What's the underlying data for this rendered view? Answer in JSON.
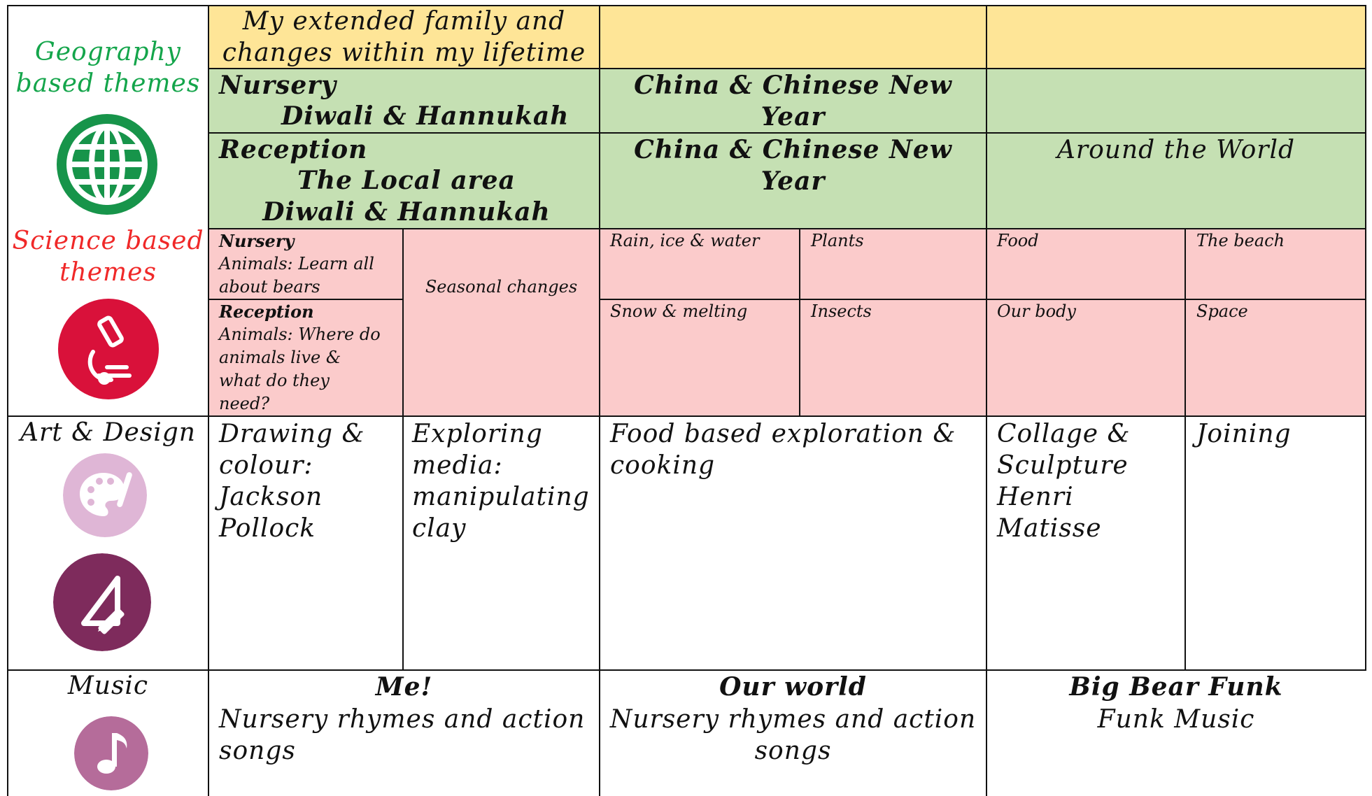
{
  "colors": {
    "yellow": "#fee597",
    "green": "#c5e0b3",
    "pink": "#fbcbcb",
    "geography_text": "#14a54b",
    "science_text": "#f02828"
  },
  "sidebar": {
    "geography_label": "Geography\nbased themes",
    "science_label": "Science based\nthemes",
    "art_label": "Art & Design",
    "music_label": "Music",
    "icons": [
      "globe-icon",
      "microscope-icon",
      "palette-icon",
      "set-square-pencil-icon",
      "music-note-icon"
    ]
  },
  "history_row": {
    "col1": "My extended family and\nchanges within my lifetime",
    "col2": "",
    "col3": ""
  },
  "geography": {
    "nursery": {
      "heading": "Nursery",
      "col1_topic": "Diwali & Hannukah",
      "col2": "China & Chinese New Year",
      "col3": ""
    },
    "reception": {
      "heading": "Reception",
      "col1_topics": "The Local area\nDiwali & Hannukah",
      "col2": "China & Chinese New Year",
      "col3": "Around the World"
    }
  },
  "science": {
    "nursery_heading": "Nursery",
    "nursery_text": "Animals: Learn all\nabout bears",
    "reception_heading": "Reception",
    "reception_text": "Animals: Where do\nanimals live &\nwhat do they\nneed?",
    "seasonal": "Seasonal changes",
    "rain": "Rain, ice & water",
    "plants": "Plants",
    "food": "Food",
    "beach": "The beach",
    "snow": "Snow & melting",
    "insects": "Insects",
    "body": "Our body",
    "space": "Space"
  },
  "art": {
    "drawing": "Drawing &\ncolour:\nJackson\nPollock",
    "exploring": "Exploring\nmedia:\nmanipulating\nclay",
    "food": "Food based exploration &\ncooking",
    "collage": "Collage &\nSculpture\nHenri Matisse",
    "joining": "Joining"
  },
  "music": {
    "col1_title": "Me!",
    "col1_text": "Nursery rhymes and action\nsongs",
    "col2_title": "Our world",
    "col2_text": "Nursery rhymes and action\nsongs",
    "col3_title": "Big Bear Funk",
    "col3_text": "Funk Music"
  }
}
